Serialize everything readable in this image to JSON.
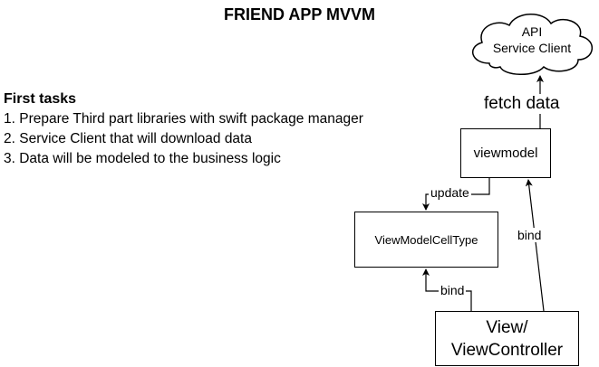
{
  "diagram": {
    "title": "FRIEND APP MVVM",
    "notes": {
      "heading": "First tasks",
      "items": [
        "1. Prepare Third part libraries with swift package manager",
        "2. Service Client that will download data",
        "3. Data will be modeled to the business logic"
      ]
    },
    "nodes": {
      "api_line1": "API",
      "api_line2": "Service Client",
      "viewmodel": "viewmodel",
      "cell_type": "ViewModelCellType",
      "view_line1": "View/",
      "view_line2": "ViewController"
    },
    "edges": {
      "fetch": "fetch data",
      "update": "update",
      "bind_right": "bind",
      "bind_bottom": "bind"
    }
  }
}
